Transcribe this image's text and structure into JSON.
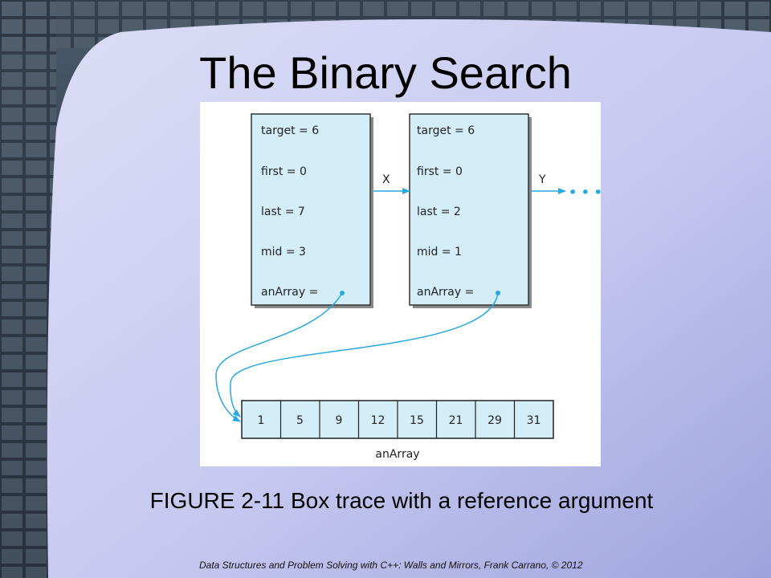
{
  "slide": {
    "title": "The Binary Search",
    "caption": "FIGURE 2-11 Box trace with a reference argument",
    "footer": "Data Structures and Problem Solving with C++: Walls and Mirrors, Frank Carrano, © 2012"
  },
  "diagram": {
    "frames": [
      {
        "lines": [
          "target = 6",
          "first = 0",
          "last = 7",
          "mid = 3",
          "anArray ="
        ]
      },
      {
        "lines": [
          "target = 6",
          "first = 0",
          "last = 2",
          "mid = 1",
          "anArray ="
        ]
      }
    ],
    "arrow_labels": [
      "X",
      "Y"
    ],
    "continuation": "• • •",
    "array": {
      "values": [
        "1",
        "5",
        "9",
        "12",
        "15",
        "21",
        "29",
        "31"
      ],
      "label": "anArray"
    }
  },
  "colors": {
    "frame_fill": "#d4eef9",
    "arrow": "#29a9e1",
    "panel": "#c4c8f0"
  }
}
